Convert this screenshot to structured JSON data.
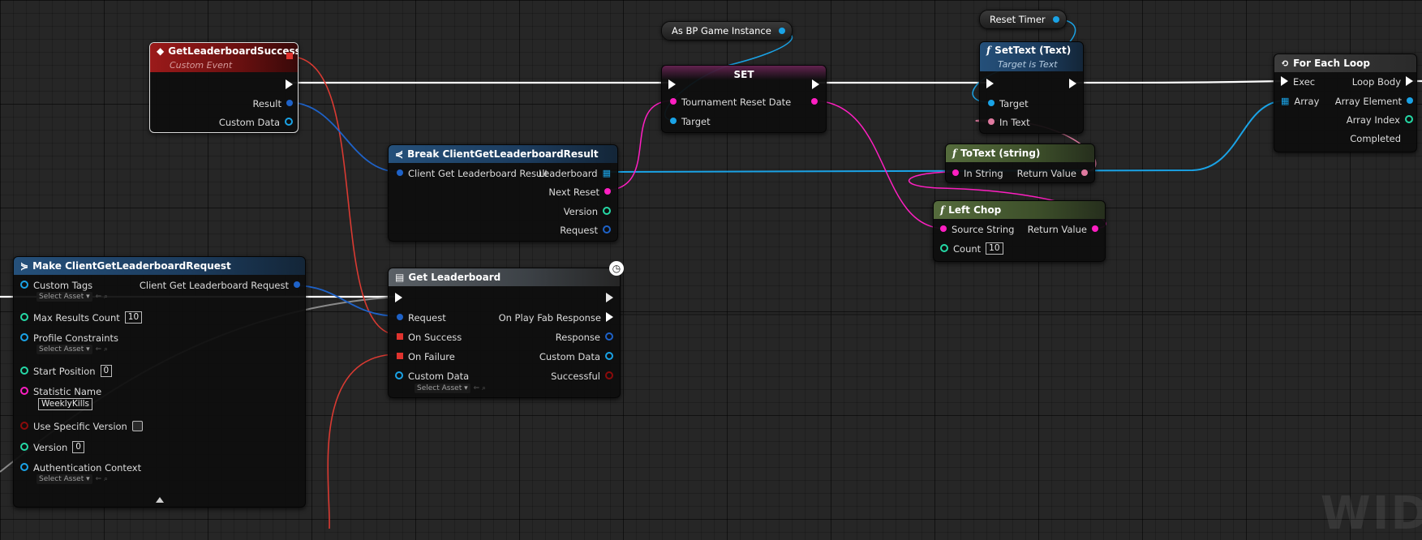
{
  "colors": {
    "exec": "#ffffff",
    "struct": "#1e62c8",
    "string": "#ff1fc2",
    "integer": "#25d9a6",
    "boolean": "#8c0b0b",
    "object": "#1aa3e6",
    "text": "#e07aa0",
    "delegate": "#e0332e"
  },
  "watermark": "WID",
  "nodes": {
    "get_leaderboard_success": {
      "title": "GetLeaderboardSuccess",
      "subtitle": "Custom Event",
      "icon": "event-diamond-icon",
      "pins_out": [
        "Result",
        "Custom Data"
      ]
    },
    "set": {
      "title": "SET",
      "pins_in": [
        "Tournament Reset Date",
        "Target"
      ]
    },
    "as_bp_game_instance": {
      "title": "As BP Game Instance"
    },
    "reset_timer": {
      "title": "Reset Timer"
    },
    "set_text": {
      "title": "SetText (Text)",
      "subtitle": "Target is Text",
      "icon": "function-icon",
      "pins_in": [
        "Target",
        "In Text"
      ]
    },
    "for_each_loop": {
      "title": "For Each Loop",
      "icon": "loop-icon",
      "pins_in": [
        "Exec",
        "Array"
      ],
      "pins_out": [
        "Loop Body",
        "Array Element",
        "Array Index",
        "Completed"
      ]
    },
    "break_result": {
      "title": "Break ClientGetLeaderboardResult",
      "icon": "break-struct-icon",
      "pin_in": "Client Get Leaderboard Result",
      "pins_out": [
        "Leaderboard",
        "Next Reset",
        "Version",
        "Request"
      ]
    },
    "to_text": {
      "title": "ToText (string)",
      "icon": "function-icon",
      "pin_in": "In String",
      "pin_out": "Return Value"
    },
    "left_chop": {
      "title": "Left Chop",
      "icon": "function-icon",
      "pin_in": "Source String",
      "pin_out": "Return Value",
      "count_label": "Count",
      "count_value": "10"
    },
    "make_request": {
      "title": "Make ClientGetLeaderboardRequest",
      "icon": "make-struct-icon",
      "pin_out": "Client Get Leaderboard Request",
      "custom_tags": "Custom Tags",
      "max_results_label": "Max Results Count",
      "max_results_value": "10",
      "profile_constraints": "Profile Constraints",
      "start_position_label": "Start Position",
      "start_position_value": "0",
      "statistic_name_label": "Statistic Name",
      "statistic_name_value": "WeeklyKills",
      "use_specific_version": "Use Specific Version",
      "version_label": "Version",
      "version_value": "0",
      "auth_context": "Authentication Context",
      "select_asset": "Select Asset"
    },
    "get_leaderboard": {
      "title": "Get Leaderboard",
      "icon": "function-table-icon",
      "pins_in": [
        "Request",
        "On Success",
        "On Failure",
        "Custom Data"
      ],
      "pins_out": [
        "On Play Fab Response",
        "Response",
        "Custom Data",
        "Successful"
      ],
      "select_asset": "Select Asset"
    }
  }
}
